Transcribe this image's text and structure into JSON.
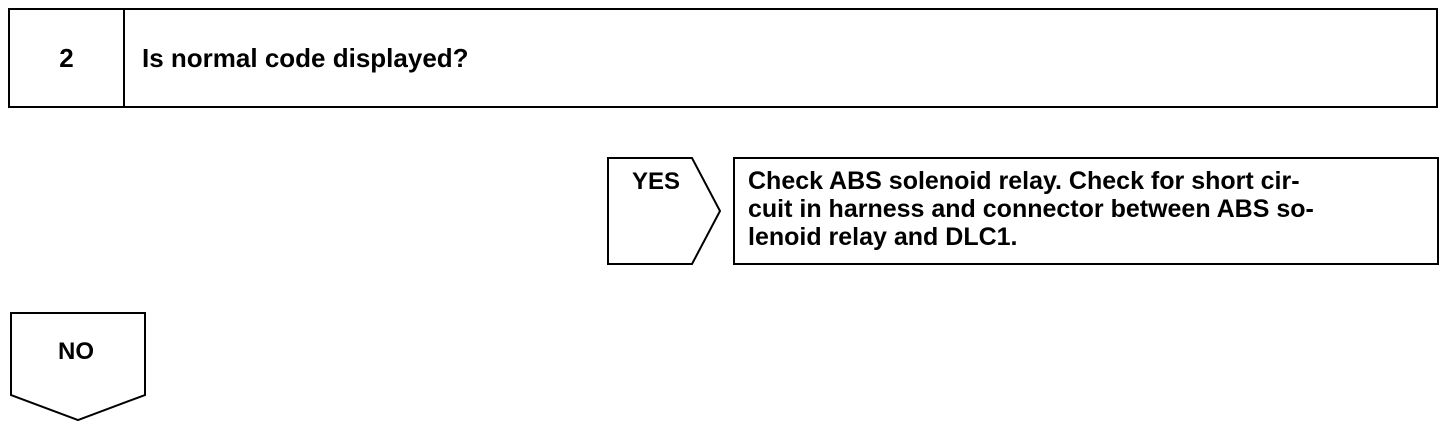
{
  "step": {
    "number": "2",
    "question": "Is normal code displayed?"
  },
  "yes_branch": {
    "label": "YES",
    "result_lines": [
      "Check ABS solenoid relay. Check for short cir-",
      "cuit in harness and connector between ABS so-",
      "lenoid relay and DLC1."
    ]
  },
  "no_branch": {
    "label": "NO"
  }
}
